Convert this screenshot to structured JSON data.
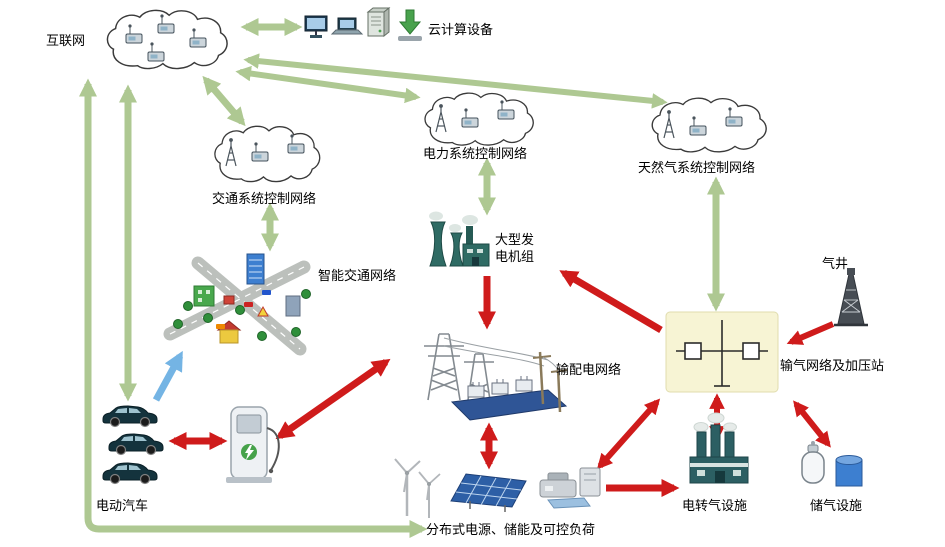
{
  "nodes": {
    "internet": "互联网",
    "cloud_computing": "云计算设备",
    "traffic_control": "交通系统控制网络",
    "power_control": "电力系统控制网络",
    "gas_control": "天然气系统控制网络",
    "smart_traffic": "智能交通网络",
    "generator": "大型发电机组",
    "gas_well": "气井",
    "power_grid": "输配电网络",
    "gas_network": "输气网络及加压站",
    "ev": "电动汽车",
    "distributed": "分布式电源、储能及可控负荷",
    "p2g": "电转气设施",
    "gas_storage": "储气设施"
  },
  "colors": {
    "cGreen": "#aec892",
    "cRed": "#cf1b1b",
    "cBlue": "#74b4e4"
  },
  "icons": [
    "internet-cloud-icon",
    "cloud-computing-devices-icon",
    "traffic-control-cloud-icon",
    "power-control-cloud-icon",
    "gas-control-cloud-icon",
    "city-traffic-icon",
    "power-plant-icon",
    "gas-well-derrick-icon",
    "transmission-towers-icon",
    "gas-pipeline-schematic-icon",
    "charging-station-icon",
    "electric-car-icon",
    "wind-turbine-icon",
    "solar-panel-icon",
    "load-devices-icon",
    "power-to-gas-plant-icon",
    "gas-storage-tank-icon"
  ]
}
